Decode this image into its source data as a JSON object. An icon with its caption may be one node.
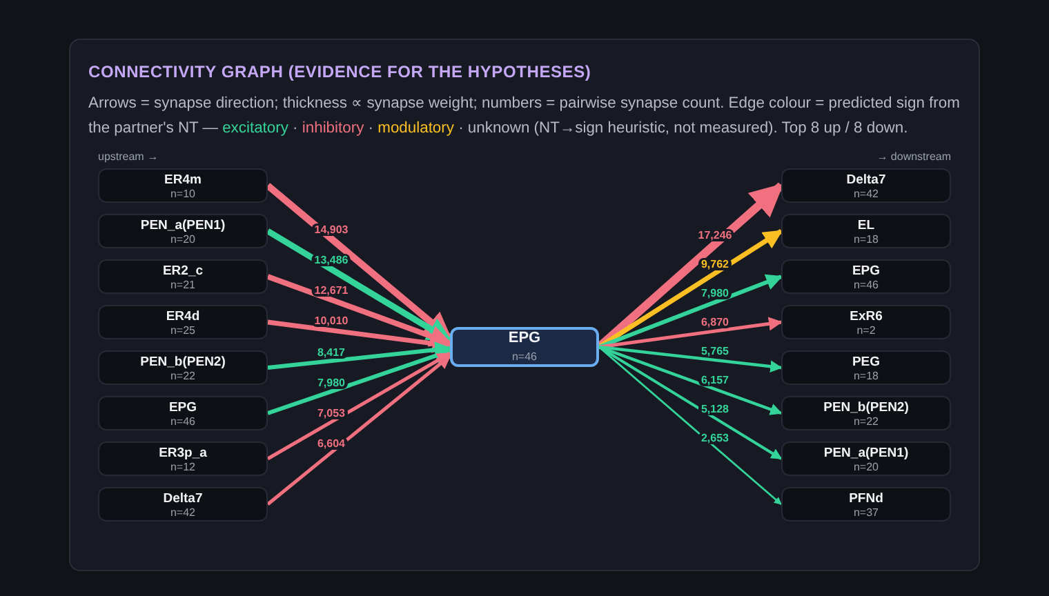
{
  "diagram": {
    "title": "CONNECTIVITY GRAPH (EVIDENCE FOR THE HYPOTHESES)",
    "caption": "Arrows = synapse direction; thickness ∝ synapse weight; numbers = pairwise synapse count. Edge colour = predicted sign from the partner's NT —",
    "nodes": [
      {
        "text": [
          "ER4m",
          "n=10"
        ]
      },
      {
        "text": [
          "PEN_a(PEN1)",
          "n=20"
        ]
      },
      {
        "text": [
          "ER2_c",
          "n=21"
        ]
      },
      {
        "text": [
          "ER4d",
          "n=25"
        ]
      },
      {
        "text": [
          "PEN_b(PEN2)",
          "n=22"
        ]
      },
      {
        "text": [
          "EPG",
          "n=46"
        ]
      },
      {
        "text": [
          "ER3p_a",
          "n=12"
        ]
      },
      {
        "text": [
          "Delta7",
          "n=42"
        ]
      },
      {
        "text": [
          "EPG",
          "n=46"
        ]
      },
      {
        "text": [
          "Delta7",
          "n=42"
        ]
      },
      {
        "text": [
          "EL",
          "n=18"
        ]
      },
      {
        "text": [
          "EPG",
          "n=46"
        ]
      },
      {
        "text": [
          "ExR6",
          "n=2"
        ]
      },
      {
        "text": [
          "PEG",
          "n=18"
        ]
      },
      {
        "text": [
          "PEN_b(PEN2)",
          "n=22"
        ]
      },
      {
        "text": [
          "PEN_a(PEN1)",
          "n=20"
        ]
      },
      {
        "text": [
          "PFNd",
          "n=37"
        ]
      }
    ],
    "edges": [
      {
        "from": 0,
        "to": 8,
        "arrow": "to",
        "label": "14,903",
        "color": "#f07080"
      },
      {
        "from": 1,
        "to": 8,
        "arrow": "to",
        "label": "13,486"
      },
      {
        "from": 2,
        "to": 8,
        "arrow": "to",
        "label": "12,671",
        "color": "#f07080"
      },
      {
        "from": 3,
        "to": 8,
        "arrow": "to",
        "label": "10,010",
        "color": "#f07080"
      },
      {
        "from": 4,
        "to": 8,
        "arrow": "to",
        "label": "8,417"
      },
      {
        "from": 5,
        "to": 8,
        "arrow": "to",
        "label": "7,980"
      },
      {
        "from": 6,
        "to": 8,
        "arrow": "to",
        "label": "7,053",
        "color": "#f07080"
      },
      {
        "from": 7,
        "to": 8,
        "arrow": "to",
        "label": "6,604",
        "color": "#f07080"
      },
      {
        "from": 8,
        "to": 9,
        "arrow": "to",
        "label": "17,246",
        "color": "#f07080",
        "style": "thick"
      },
      {
        "from": 8,
        "to": 10,
        "arrow": "to",
        "label": "9,762",
        "color": "#fbbf24"
      },
      {
        "from": 8,
        "to": 11,
        "arrow": "to",
        "label": "7,980"
      },
      {
        "from": 8,
        "to": 12,
        "arrow": "to",
        "label": "6,870",
        "color": "#f07080"
      },
      {
        "from": 8,
        "to": 13,
        "arrow": "to",
        "label": "5,765"
      },
      {
        "from": 8,
        "to": 14,
        "arrow": "to",
        "label": "6,157"
      },
      {
        "from": 8,
        "to": 15,
        "arrow": "to",
        "label": "5,128"
      },
      {
        "from": 8,
        "to": 16,
        "arrow": "to",
        "label": "2,653"
      }
    ],
    "labels": [
      "·",
      "·",
      "· unknown (NT→sign heuristic, not measured). Top 8 up / 8 down.",
      "upstream →",
      "→ downstream"
    ],
    "legend": [
      {
        "text": "excitatory",
        "color": "#34d399"
      },
      {
        "text": "inhibitory",
        "color": "#f07080"
      },
      {
        "text": "modulatory",
        "color": "#fbbf24"
      }
    ]
  }
}
